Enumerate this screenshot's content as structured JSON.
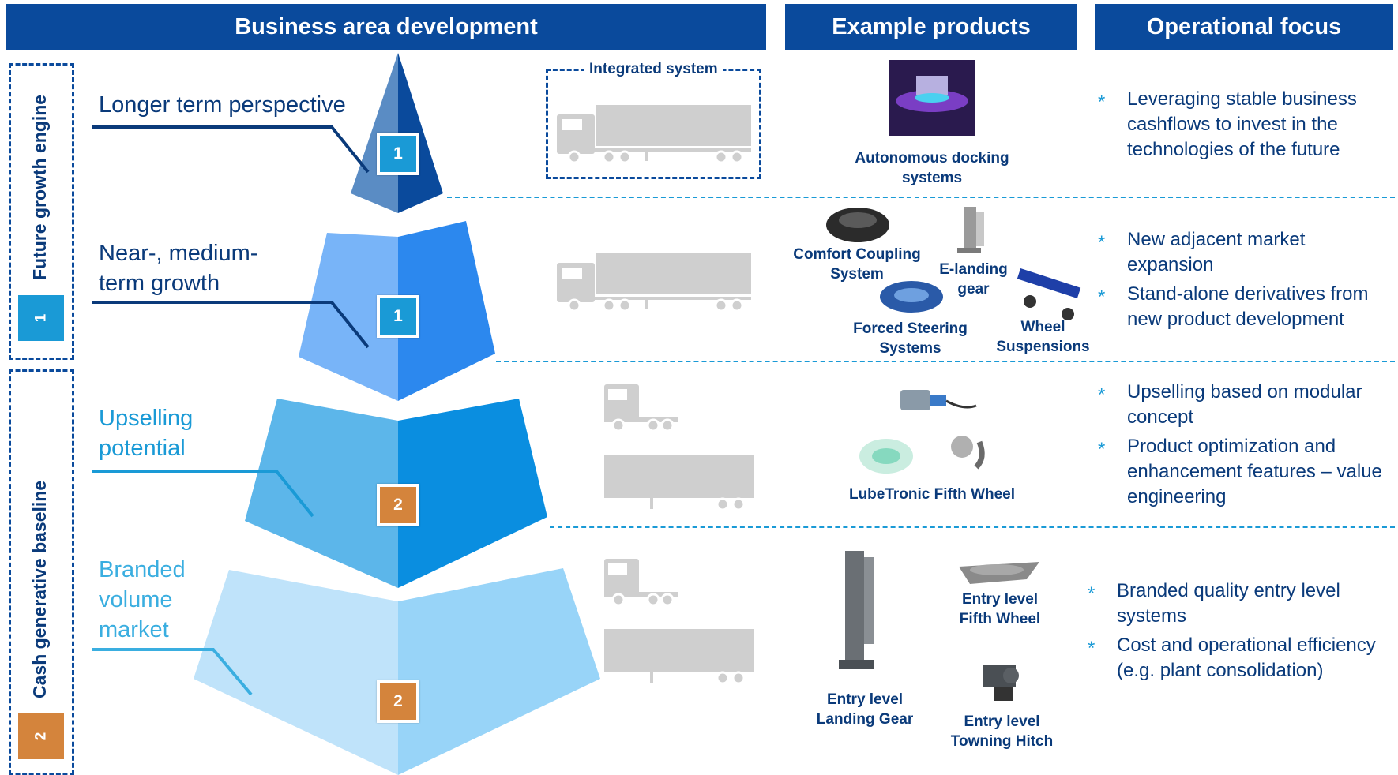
{
  "headers": {
    "business": "Business area development",
    "products": "Example products",
    "focus": "Operational focus"
  },
  "side": {
    "future": {
      "label": "Future growth engine",
      "badge": "1",
      "color": "#1a9ad6"
    },
    "cash": {
      "label": "Cash generative baseline",
      "badge": "2",
      "color": "#d4843c"
    }
  },
  "tiers": [
    {
      "label": "Longer term perspective",
      "badge": "1",
      "color_light": "#5a8cc4",
      "color_dark": "#0a4a9c",
      "label_color": "#0a3a7a"
    },
    {
      "label": "Near-, medium-term growth",
      "badge": "1",
      "color_light": "#78b4f8",
      "color_dark": "#2c88ee",
      "label_color": "#0a3a7a"
    },
    {
      "label": "Upselling potential",
      "badge": "2",
      "color_light": "#5cb6ea",
      "color_dark": "#0a8ee0",
      "label_color": "#1a9ad6"
    },
    {
      "label": "Branded volume market",
      "badge": "2",
      "color_light": "#bfe3fa",
      "color_dark": "#98d4f8",
      "label_color": "#3aaee0"
    }
  ],
  "integrated_system": "Integrated system",
  "products": {
    "autonomous_docking": "Autonomous docking systems",
    "comfort_coupling": "Comfort Coupling System",
    "e_landing": "E-landing gear",
    "forced_steering": "Forced Steering Systems",
    "wheel_suspensions": "Wheel Suspensions",
    "lubetronic": "LubeTronic Fifth Wheel",
    "entry_fifth_wheel": "Entry level Fifth Wheel",
    "entry_landing_gear": "Entry level Landing Gear",
    "entry_towing_hitch": "Entry level Towning Hitch"
  },
  "focus": {
    "tier1": [
      "Leveraging stable business cashflows to invest in the technologies of the future"
    ],
    "tier2": [
      "New adjacent market expansion",
      "Stand-alone derivatives from new product development"
    ],
    "tier3": [
      "Upselling based on modular concept",
      "Product optimization and enhancement features – value engineering"
    ],
    "tier4": [
      "Branded quality entry level systems",
      "Cost and operational efficiency (e.g. plant consolidation)"
    ]
  },
  "icons": {
    "truck": "truck-icon",
    "tractor": "tractor-unit-icon",
    "trailer": "trailer-icon"
  },
  "colors": {
    "header_bg": "#0a4a9c",
    "text_dark": "#0a3a7a",
    "accent_blue": "#1a9ad6",
    "accent_orange": "#d4843c",
    "vehicle_grey": "#cfcfcf"
  }
}
